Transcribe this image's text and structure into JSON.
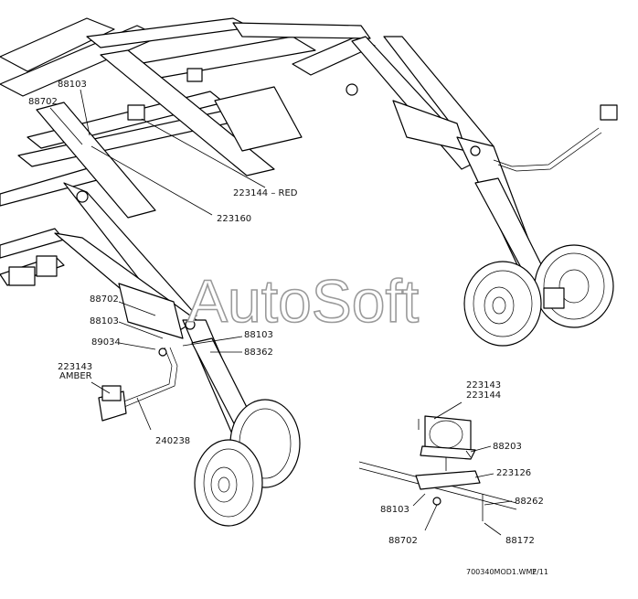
{
  "watermark": "AutoSoft",
  "figure_id": "700340MOD1.WMF",
  "page": "2/11",
  "callouts": {
    "c88103_top": "88103",
    "c88702_top": "88702",
    "c223144_red": "223144 – RED",
    "c223160": "223160",
    "c88702_mid": "88702",
    "c88103_mid": "88103",
    "c89034": "89034",
    "c223143_amber_a": "223143",
    "c223143_amber_b": "AMBER",
    "c88103_lamp": "88103",
    "c88362": "88362",
    "c240238": "240238"
  },
  "detail": {
    "c223143": "223143",
    "c223144": "223144",
    "c88203": "88203",
    "c223126": "223126",
    "c88262": "88262",
    "c88103": "88103",
    "c88172": "88172",
    "c88702": "88702"
  }
}
